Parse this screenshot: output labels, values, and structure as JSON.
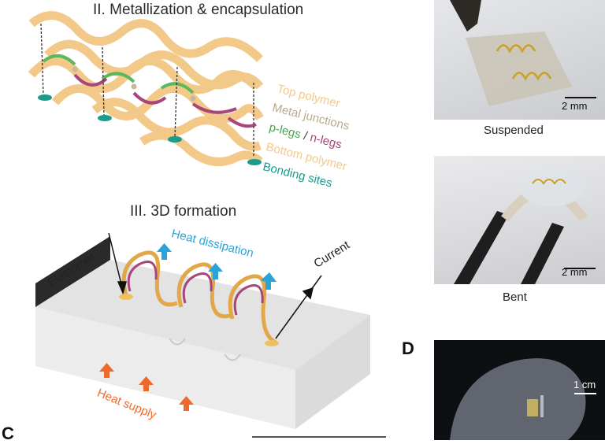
{
  "section2": {
    "title": "II. Metallization & encapsulation",
    "legend": {
      "top_polymer": "Top polymer",
      "metal_junctions": "Metal junctions",
      "p_legs": "p-legs",
      "slash": "/",
      "n_legs": "n-legs",
      "bottom_polymer": "Bottom polymer",
      "bonding_sites": "Bonding sites"
    }
  },
  "section3": {
    "title": "III. 3D formation",
    "elastomer": "Elastomer",
    "heat_dissipation": "Heat dissipation",
    "current": "Current",
    "heat_supply": "Heat supply"
  },
  "photos": {
    "suspended": {
      "caption": "Suspended",
      "scale": "2 mm"
    },
    "bent": {
      "caption": "Bent",
      "scale": "2 mm"
    },
    "wrist": {
      "scale": "1 cm"
    }
  },
  "panels": {
    "c": "C",
    "d": "D"
  },
  "colors": {
    "top_polymer": "#f3c98a",
    "metal_junctions": "#c9b79a",
    "p_legs": "#5cb85c",
    "n_legs": "#a8457a",
    "bonding_sites": "#1a9b8e",
    "heat_dissipation": "#2aa3d8",
    "heat_supply": "#ef6a2a"
  }
}
